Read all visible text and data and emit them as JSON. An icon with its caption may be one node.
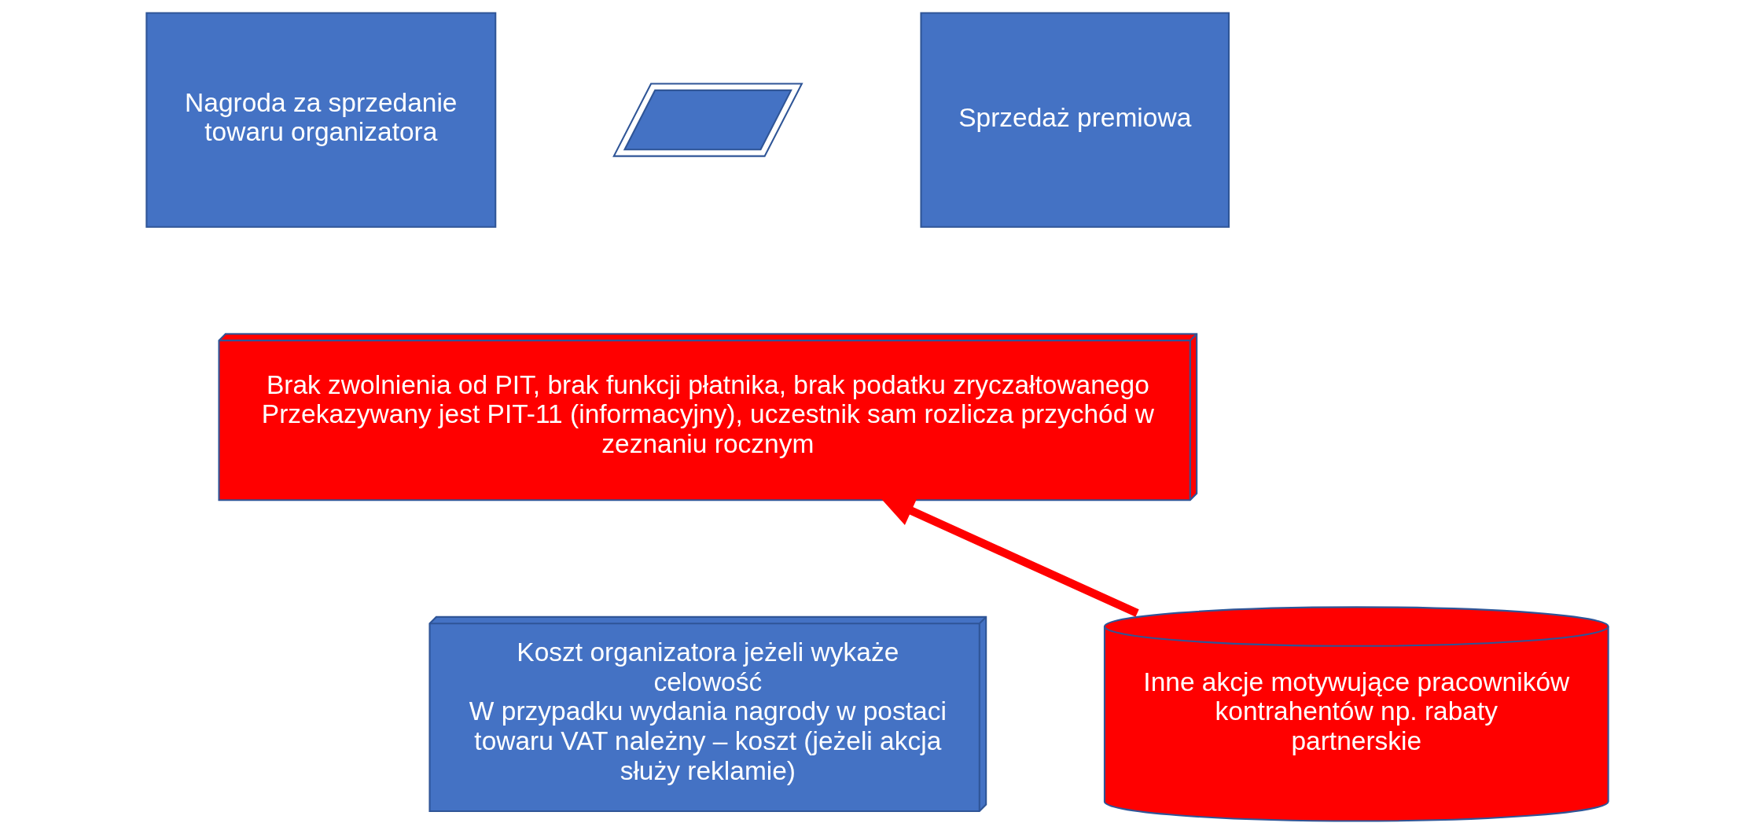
{
  "diagram": {
    "nodes": [
      {
        "text": [
          "Nagroda za sprzedanie towaru organizatora"
        ]
      },
      {
        "text": [],
        "shape": "not-equal"
      },
      {
        "text": [
          "Sprzedaż premiowa"
        ]
      },
      {
        "text": [
          "Brak zwolnienia od PIT, brak funkcji płatnika, brak podatku zryczałtowanego",
          "Przekazywany jest PIT-11 (informacyjny), uczestnik sam rozlicza przychód w zeznaniu rocznym"
        ]
      },
      {
        "text": [
          "Koszt organizatora jeżeli wykaże celowość",
          "W przypadku wydania nagrody w postaci towaru VAT należny – koszt (jeżeli akcja służy reklamie)"
        ]
      },
      {
        "text": [
          "Inne akcje motywujące pracowników kontrahentów np. rabaty partnerskie"
        ]
      }
    ],
    "edges": [
      {
        "from": 5,
        "to": 3,
        "arrow": "to",
        "color": "#ff0000"
      }
    ]
  }
}
